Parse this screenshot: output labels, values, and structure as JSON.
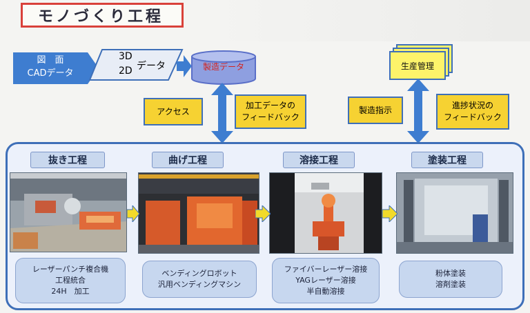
{
  "title": "モノづくり工程",
  "cad": {
    "line1": "図　面",
    "line2": "CADデータ"
  },
  "data_format": {
    "top": "3D",
    "bottom": "2D",
    "suffix": "データ"
  },
  "manufacturing_data": "製造データ",
  "production_management": "生産管理",
  "access": "アクセス",
  "feedback_processing": {
    "line1": "加工データの",
    "line2": "フィードバック"
  },
  "manufacturing_instruction": "製造指示",
  "feedback_progress": {
    "line1": "進捗状況の",
    "line2": "フィードバック"
  },
  "stages": [
    {
      "label": "抜き工程",
      "desc": [
        "レーザーパンチ複合機",
        "工程統合",
        "24H　加工"
      ]
    },
    {
      "label": "曲げ工程",
      "desc": [
        "ベンディングロボット",
        "汎用ベンディングマシン"
      ]
    },
    {
      "label": "溶接工程",
      "desc": [
        "ファイバーレーザー溶接",
        "YAGレーザー溶接",
        "半自動溶接"
      ]
    },
    {
      "label": "塗装工程",
      "desc": [
        "粉体塗装",
        "溶剤塗装"
      ]
    }
  ],
  "colors": {
    "accent_blue": "#3e7dd0",
    "yellow": "#f6d232",
    "red_text": "#d2231f",
    "panel_border": "#3e6fb8"
  }
}
